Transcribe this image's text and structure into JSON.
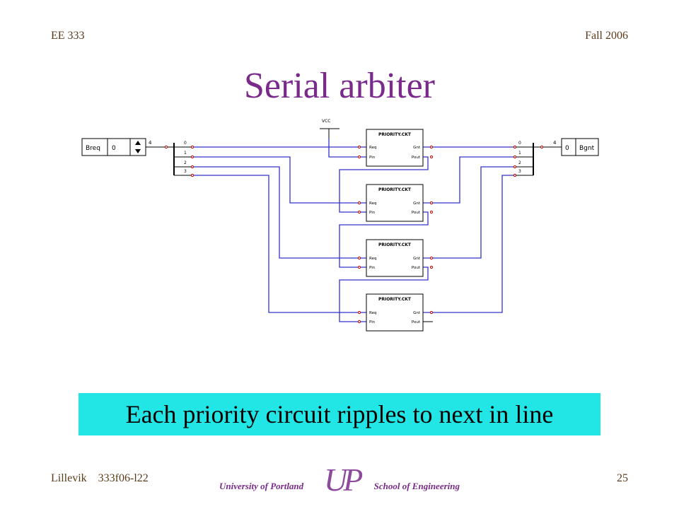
{
  "header": {
    "course": "EE 333",
    "term": "Fall 2006"
  },
  "title": "Serial arbiter",
  "diagram": {
    "breq_label": "Breq",
    "breq_value": "0",
    "bgnt_label": "Bgnt",
    "bgnt_value": "0",
    "bus_width": "4",
    "vcc_label": "VCC",
    "bit_labels": [
      "0",
      "1",
      "2",
      "3"
    ],
    "block_title": "PRIORITY.CKT",
    "pin_req": "Req",
    "pin_pin": "Pin",
    "pin_gnt": "Gnt",
    "pin_pout": "Pout"
  },
  "callout": "Each priority circuit ripples to next in line",
  "footer": {
    "author": "Lillevik",
    "doc_id": "333f06-l22",
    "page": "25",
    "university": "University of Portland",
    "school": "School of Engineering",
    "logo_text": "UP"
  },
  "colors": {
    "wire": "#3333cc",
    "title": "#7a2a8a",
    "callout_bg": "#22e6e6",
    "pin_dot": "#cc0000"
  }
}
